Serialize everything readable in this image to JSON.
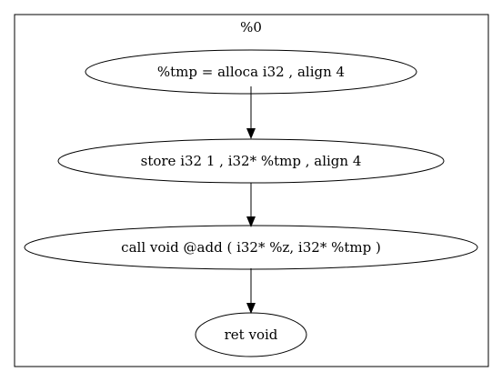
{
  "cluster": {
    "label": "%0"
  },
  "nodes": [
    {
      "id": "n0",
      "label": "%tmp = alloca i32 , align 4"
    },
    {
      "id": "n1",
      "label": "store i32 1 , i32* %tmp , align 4"
    },
    {
      "id": "n2",
      "label": "call void @add ( i32* %z, i32* %tmp )"
    },
    {
      "id": "n3",
      "label": "ret void"
    }
  ],
  "edges": [
    {
      "from": "n0",
      "to": "n1"
    },
    {
      "from": "n1",
      "to": "n2"
    },
    {
      "from": "n2",
      "to": "n3"
    }
  ],
  "colors": {
    "stroke": "#000000",
    "background": "#ffffff"
  }
}
